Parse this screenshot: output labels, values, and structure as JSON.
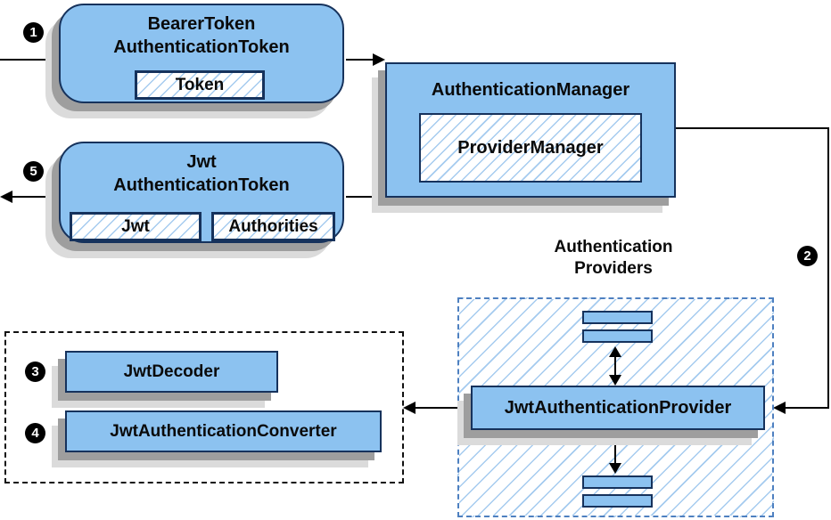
{
  "steps": {
    "s1": "1",
    "s2": "2",
    "s3": "3",
    "s4": "4",
    "s5": "5"
  },
  "nodes": {
    "bearer_token": {
      "title_line1": "BearerToken",
      "title_line2": "AuthenticationToken",
      "field_token": "Token"
    },
    "jwt_token": {
      "title_line1": "Jwt",
      "title_line2": "AuthenticationToken",
      "field_jwt": "Jwt",
      "field_authorities": "Authorities"
    },
    "auth_manager": {
      "title": "AuthenticationManager",
      "inner": "ProviderManager"
    },
    "providers_group": {
      "label_line1": "Authentication",
      "label_line2": "Providers"
    },
    "jwt_auth_provider": {
      "label": "JwtAuthenticationProvider"
    },
    "jwt_decoder": {
      "label": "JwtDecoder"
    },
    "jwt_auth_converter": {
      "label": "JwtAuthenticationConverter"
    }
  },
  "colors": {
    "node_fill": "#8CC2F0",
    "node_border": "#16325C",
    "hatch": "#A5CBEF",
    "providers_border": "#4E80C0",
    "shadow_dark": "#9E9E9E",
    "shadow_light": "#DBDBDB",
    "line": "#000000"
  }
}
